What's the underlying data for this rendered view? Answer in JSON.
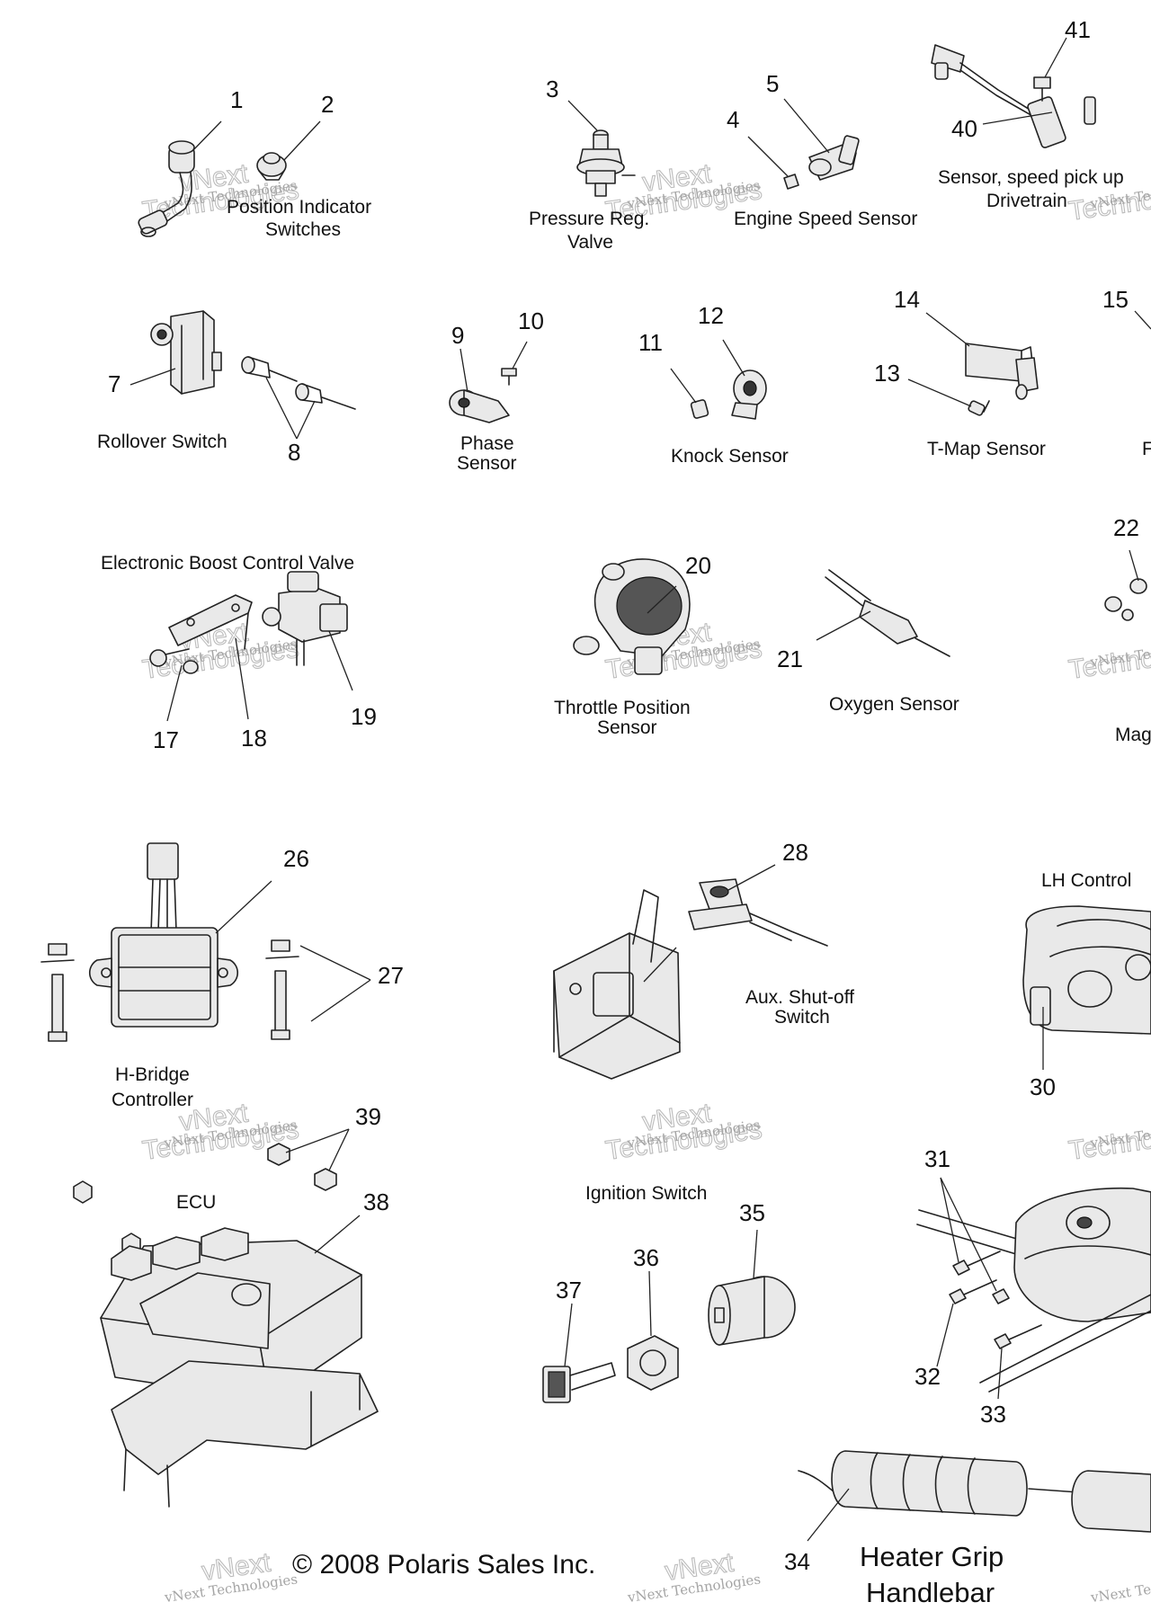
{
  "callouts": [
    "1",
    "2",
    "3",
    "4",
    "5",
    "7",
    "8",
    "9",
    "10",
    "11",
    "12",
    "13",
    "14",
    "15",
    "17",
    "18",
    "19",
    "20",
    "21",
    "22",
    "26",
    "27",
    "28",
    "30",
    "31",
    "32",
    "33",
    "34",
    "35",
    "36",
    "37",
    "38",
    "39",
    "40",
    "41"
  ],
  "labels": {
    "position_indicator": [
      "Position Indicator",
      "Switches"
    ],
    "pressure_reg": [
      "Pressure Reg.",
      "Valve"
    ],
    "engine_speed": "Engine Speed Sensor",
    "speed_pickup": [
      "Sensor, speed pick up",
      "Drivetrain"
    ],
    "rollover": "Rollover Switch",
    "phase": [
      "Phase",
      "Sensor"
    ],
    "knock": "Knock Sensor",
    "tmap": "T-Map Sensor",
    "edge_r": "F",
    "boost_valve": "Electronic Boost Control Valve",
    "throttle": [
      "Throttle Position",
      "Sensor"
    ],
    "oxygen": "Oxygen Sensor",
    "mag": "Mag",
    "lh_control": "LH Control",
    "hbridge": [
      "H-Bridge",
      "Controller"
    ],
    "aux_shutoff": [
      "Aux. Shut-off",
      "Switch"
    ],
    "ecu": "ECU",
    "ignition": "Ignition Switch",
    "heater": [
      "Heater Grip",
      "Handlebar"
    ]
  },
  "copyright": "© 2008 Polaris Sales Inc.",
  "watermark": [
    "vNext Technologies",
    "vNext",
    "Technologies"
  ]
}
